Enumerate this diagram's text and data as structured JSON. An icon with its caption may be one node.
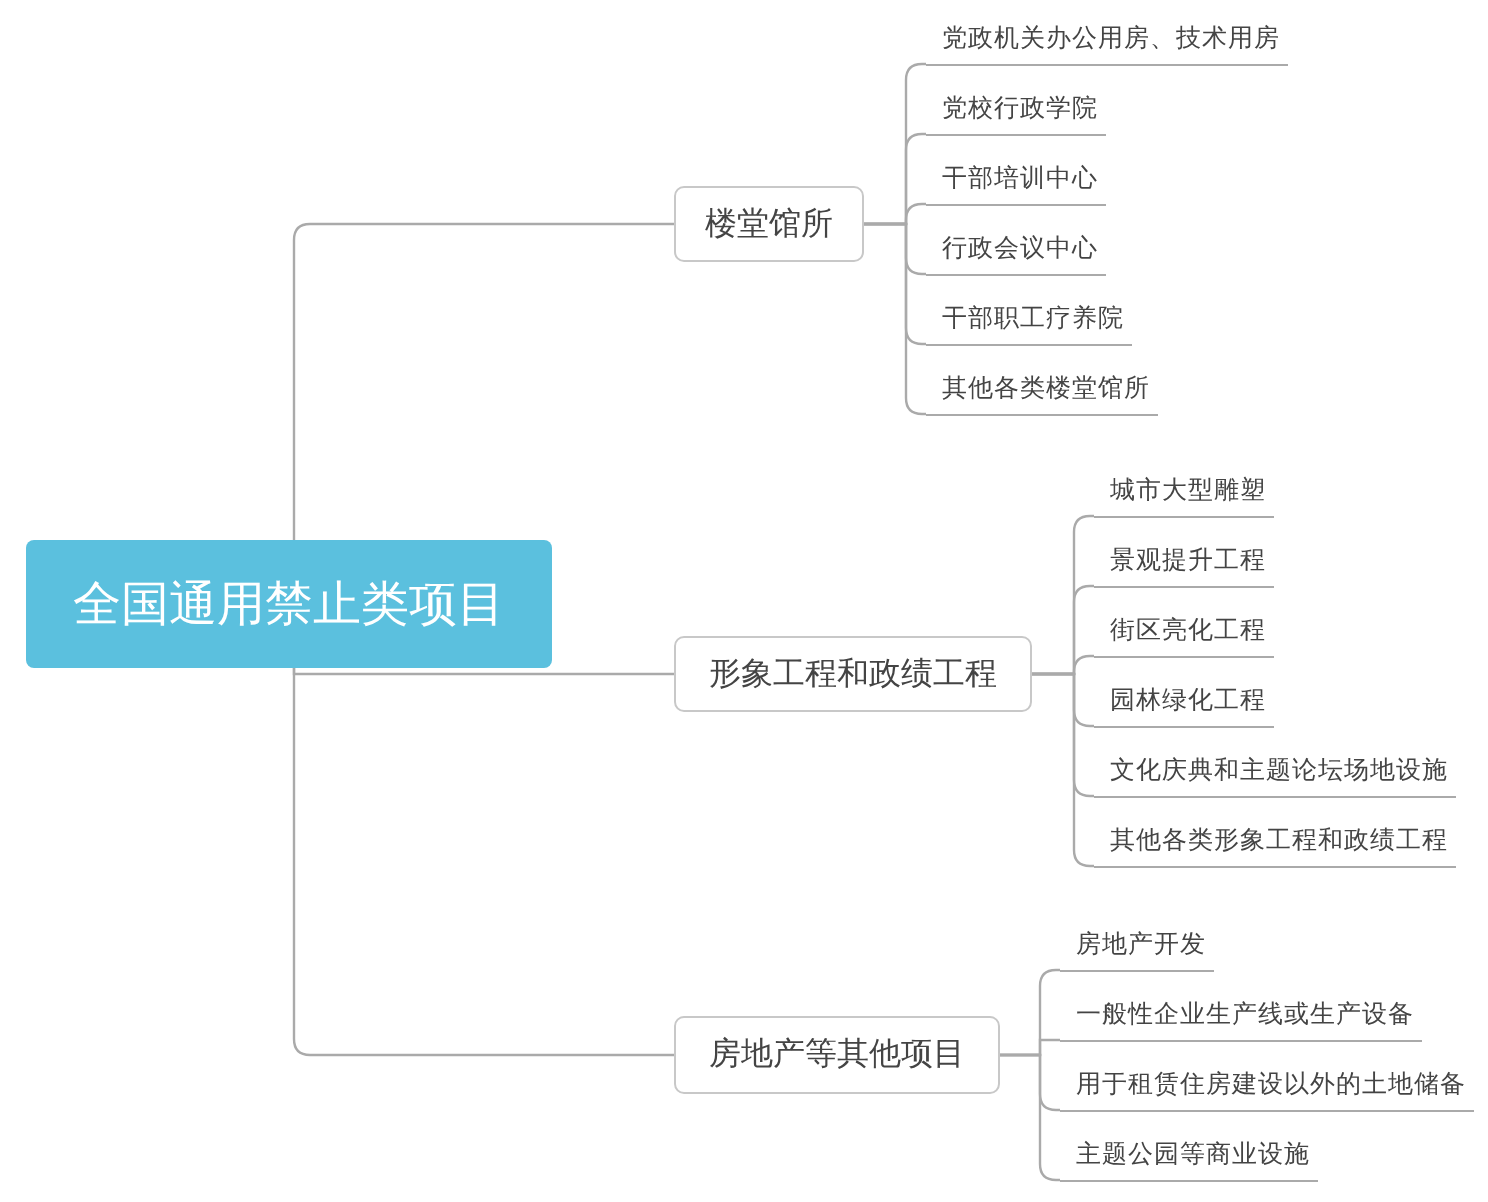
{
  "diagram": {
    "nodes": [
      {
        "text": [
          "全国通用禁止类项目"
        ]
      },
      {
        "text": [
          "楼堂馆所"
        ]
      },
      {
        "text": [
          "党政机关办公用房、技术用房"
        ]
      },
      {
        "text": [
          "党校行政学院"
        ]
      },
      {
        "text": [
          "干部培训中心"
        ]
      },
      {
        "text": [
          "行政会议中心"
        ]
      },
      {
        "text": [
          "干部职工疗养院"
        ]
      },
      {
        "text": [
          "其他各类楼堂馆所"
        ]
      },
      {
        "text": [
          "形象工程和政绩工程"
        ]
      },
      {
        "text": [
          "城市大型雕塑"
        ]
      },
      {
        "text": [
          "景观提升工程"
        ]
      },
      {
        "text": [
          "街区亮化工程"
        ]
      },
      {
        "text": [
          "园林绿化工程"
        ]
      },
      {
        "text": [
          "文化庆典和主题论坛场地设施"
        ]
      },
      {
        "text": [
          "其他各类形象工程和政绩工程"
        ]
      },
      {
        "text": [
          "房地产等其他项目"
        ]
      },
      {
        "text": [
          "房地产开发"
        ]
      },
      {
        "text": [
          "一般性企业生产线或生产设备"
        ]
      },
      {
        "text": [
          "用于租赁住房建设以外的土地储备"
        ]
      },
      {
        "text": [
          "主题公园等商业设施"
        ]
      }
    ],
    "edges": [
      {
        "from": 0,
        "to": 1,
        "arrow": "none"
      },
      {
        "from": 1,
        "to": 2,
        "arrow": "none"
      },
      {
        "from": 1,
        "to": 3,
        "arrow": "none"
      },
      {
        "from": 1,
        "to": 4,
        "arrow": "none"
      },
      {
        "from": 1,
        "to": 5,
        "arrow": "none"
      },
      {
        "from": 1,
        "to": 6,
        "arrow": "none"
      },
      {
        "from": 1,
        "to": 7,
        "arrow": "none"
      },
      {
        "from": 0,
        "to": 8,
        "arrow": "none"
      },
      {
        "from": 8,
        "to": 9,
        "arrow": "none"
      },
      {
        "from": 8,
        "to": 10,
        "arrow": "none"
      },
      {
        "from": 8,
        "to": 11,
        "arrow": "none"
      },
      {
        "from": 8,
        "to": 12,
        "arrow": "none"
      },
      {
        "from": 8,
        "to": 13,
        "arrow": "none"
      },
      {
        "from": 8,
        "to": 14,
        "arrow": "none"
      },
      {
        "from": 0,
        "to": 15,
        "arrow": "none"
      },
      {
        "from": 15,
        "to": 16,
        "arrow": "none"
      },
      {
        "from": 15,
        "to": 17,
        "arrow": "none"
      },
      {
        "from": 15,
        "to": 18,
        "arrow": "none"
      },
      {
        "from": 15,
        "to": 19,
        "arrow": "none"
      }
    ]
  }
}
